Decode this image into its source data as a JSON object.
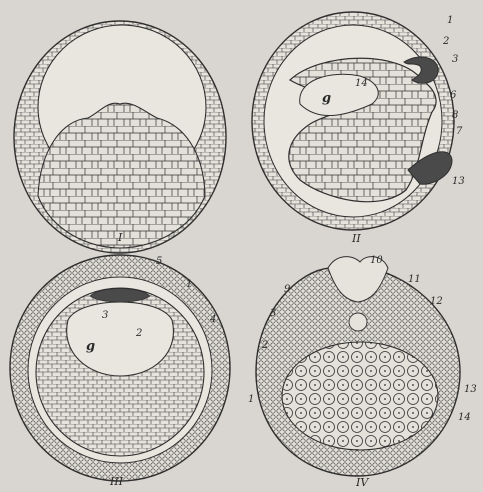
{
  "figure": {
    "background": "#d9d6d1",
    "ink": "#2f2f2f",
    "panels": [
      {
        "id": "I",
        "roman": "I",
        "labels": []
      },
      {
        "id": "II",
        "roman": "II",
        "cavity_label": "g",
        "labels": [
          "1",
          "2",
          "3",
          "6",
          "14",
          "8",
          "7",
          "13"
        ]
      },
      {
        "id": "III",
        "roman": "III",
        "cavity_label": "g",
        "labels": [
          "5",
          "1",
          "3",
          "2",
          "4"
        ]
      },
      {
        "id": "IV",
        "roman": "IV",
        "labels": [
          "10",
          "11",
          "9",
          "12",
          "3",
          "2",
          "1",
          "13",
          "14"
        ]
      }
    ]
  }
}
